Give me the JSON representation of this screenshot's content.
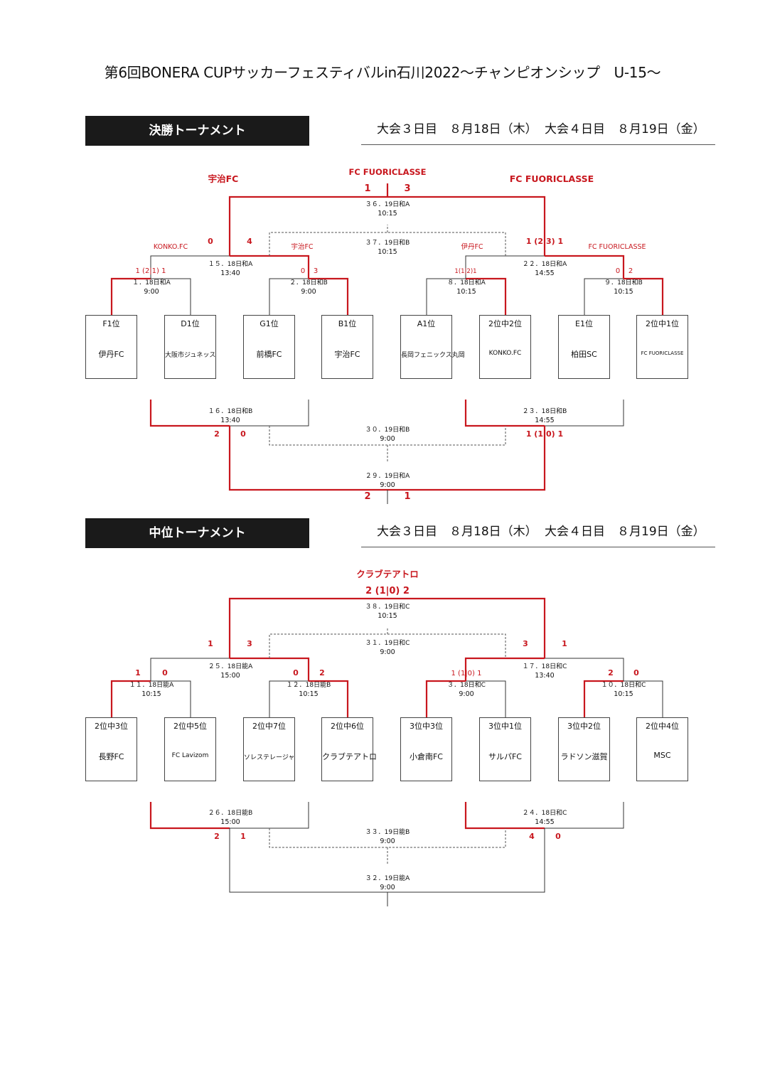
{
  "title": "第6回BONERA CUPサッカーフェスティバルin石川2022〜チャンピオンシップ　U-15〜",
  "sections": [
    {
      "heading": "決勝トーナメント",
      "date1": "大会３日目　８月18日（木）",
      "date2": "大会４日目　８月19日（金）"
    },
    {
      "heading": "中位トーナメント",
      "date1": "大会３日目　８月18日（木）",
      "date2": "大会４日目　８月19日（金）"
    }
  ],
  "colors": {
    "winner_line": "#c8171e",
    "line": "#333333",
    "dashed": "#555555",
    "header_bg": "#1a1a1a"
  },
  "upper_teams": [
    {
      "rank": "F1位",
      "name": "伊丹FC"
    },
    {
      "rank": "D1位",
      "name": "大阪市ジュネッス"
    },
    {
      "rank": "G1位",
      "name": "前橋FC"
    },
    {
      "rank": "B1位",
      "name": "宇治FC"
    },
    {
      "rank": "A1位",
      "name": "長岡フェニックス丸岡"
    },
    {
      "rank": "2位中2位",
      "name": "KONKO.FC"
    },
    {
      "rank": "E1位",
      "name": "柏田SC"
    },
    {
      "rank": "2位中1位",
      "name": "FC FUORICLASSE"
    }
  ],
  "lower_teams": [
    {
      "rank": "2位中3位",
      "name": "長野FC"
    },
    {
      "rank": "2位中5位",
      "name": "FC Lavizom"
    },
    {
      "rank": "2位中7位",
      "name": "ソレステレージャ"
    },
    {
      "rank": "2位中6位",
      "name": "クラブテアトロ"
    },
    {
      "rank": "3位中3位",
      "name": "小倉南FC"
    },
    {
      "rank": "3位中1位",
      "name": "サルパFC"
    },
    {
      "rank": "3位中2位",
      "name": "ラドソン滋賀"
    },
    {
      "rank": "2位中4位",
      "name": "MSC"
    }
  ],
  "matches": [
    {
      "label": "１．18日和A",
      "time": "9:00"
    },
    {
      "label": "２．18日和B",
      "time": "9:00"
    },
    {
      "label": "８．18日和A",
      "time": "10:15"
    },
    {
      "label": "９．18日和B",
      "time": "10:15"
    },
    {
      "label": "１５．18日和A",
      "time": "13:40"
    },
    {
      "label": "２２．18日和A",
      "time": "14:55"
    },
    {
      "label": "３６．19日和A",
      "time": "10:15"
    },
    {
      "label": "３７．19日和B",
      "time": "10:15"
    },
    {
      "label": "１６．18日和B",
      "time": "13:40"
    },
    {
      "label": "２３．18日和B",
      "time": "14:55"
    },
    {
      "label": "３０．19日和B",
      "time": "9:00"
    },
    {
      "label": "２９．19日和A",
      "time": "9:00"
    },
    {
      "label": "１１．18日能A",
      "time": "10:15"
    },
    {
      "label": "１２．18日能B",
      "time": "10:15"
    },
    {
      "label": "３．18日和C",
      "time": "9:00"
    },
    {
      "label": "１０．18日和C",
      "time": "10:15"
    },
    {
      "label": "２５．18日能A",
      "time": "15:00"
    },
    {
      "label": "１７．18日和C",
      "time": "13:40"
    },
    {
      "label": "３８．19日和C",
      "time": "10:15"
    },
    {
      "label": "３１．19日和C",
      "time": "9:00"
    },
    {
      "label": "２６．18日能B",
      "time": "15:00"
    },
    {
      "label": "２４．18日和C",
      "time": "14:55"
    },
    {
      "label": "３３．19日能B",
      "time": "9:00"
    },
    {
      "label": "３２．19日能A",
      "time": "9:00"
    }
  ],
  "winners": [
    {
      "text": "宇治FC"
    },
    {
      "text": "FC FUORICLASSE"
    },
    {
      "text": "FC FUORICLASSE"
    },
    {
      "text": "KONKO.FC"
    },
    {
      "text": "宇治FC"
    },
    {
      "text": "伊丹FC"
    },
    {
      "text": "FC FUORICLASSE"
    },
    {
      "text": "クラブテアトロ"
    }
  ],
  "scores": [
    {
      "text": "1",
      "cls": "big"
    },
    {
      "text": "3",
      "cls": "big"
    },
    {
      "text": "0",
      "cls": "mid"
    },
    {
      "text": "4",
      "cls": "mid"
    },
    {
      "text": "1 (2|3) 1",
      "cls": "mid"
    },
    {
      "text": "1 (2|1) 1",
      "cls": "sm"
    },
    {
      "text": "0",
      "cls": "sm"
    },
    {
      "text": "3",
      "cls": "sm"
    },
    {
      "text": "1(1|2)1",
      "cls": "xs"
    },
    {
      "text": "0",
      "cls": "sm"
    },
    {
      "text": "2",
      "cls": "sm"
    },
    {
      "text": "2",
      "cls": "mid"
    },
    {
      "text": "0",
      "cls": "mid"
    },
    {
      "text": "1 (1|0) 1",
      "cls": "mid"
    },
    {
      "text": "2",
      "cls": "big"
    },
    {
      "text": "1",
      "cls": "big"
    },
    {
      "text": "2 (1|0) 2",
      "cls": "big"
    },
    {
      "text": "1",
      "cls": "mid"
    },
    {
      "text": "3",
      "cls": "mid"
    },
    {
      "text": "3",
      "cls": "mid"
    },
    {
      "text": "1",
      "cls": "mid"
    },
    {
      "text": "1",
      "cls": "mid"
    },
    {
      "text": "0",
      "cls": "mid"
    },
    {
      "text": "0",
      "cls": "mid"
    },
    {
      "text": "2",
      "cls": "mid"
    },
    {
      "text": "1 (1|0) 1",
      "cls": "sm"
    },
    {
      "text": "2",
      "cls": "mid"
    },
    {
      "text": "0",
      "cls": "mid"
    },
    {
      "text": "2",
      "cls": "mid"
    },
    {
      "text": "1",
      "cls": "mid"
    },
    {
      "text": "4",
      "cls": "mid"
    },
    {
      "text": "0",
      "cls": "mid"
    }
  ]
}
